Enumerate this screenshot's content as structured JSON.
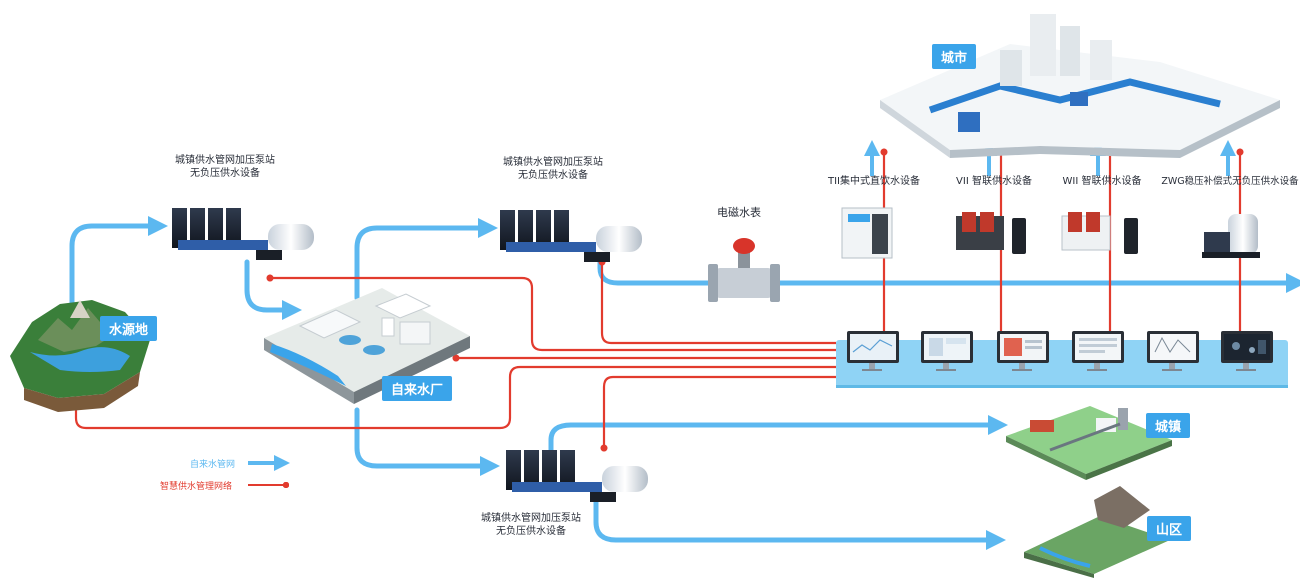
{
  "colors": {
    "water_pipe": "#5cb8f0",
    "network": "#e23b2e",
    "tag_bg": "#3aa4ea",
    "panel": "#8fd3f5"
  },
  "stations": [
    {
      "line1": "城镇供水管网加压泵站",
      "line2": "无负压供水设备"
    },
    {
      "line1": "城镇供水管网加压泵站",
      "line2": "无负压供水设备"
    },
    {
      "line1": "城镇供水管网加压泵站",
      "line2": "无负压供水设备"
    }
  ],
  "tags": {
    "water_source": "水源地",
    "plant": "自来水厂",
    "city": "城市",
    "town": "城镇",
    "mountain": "山区"
  },
  "meter_label": "电磁水表",
  "devices": [
    {
      "label": "TII集中式直饮水设备"
    },
    {
      "label": "VII 智联供水设备"
    },
    {
      "label": "WII 智联供水设备"
    },
    {
      "label": "ZWG稳压补偿式无负压供水设备"
    }
  ],
  "legend": {
    "water_pipe": "自来水管网",
    "network": "智慧供水管理网络"
  }
}
